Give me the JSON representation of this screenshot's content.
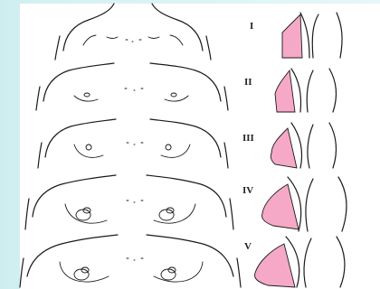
{
  "colors": {
    "background": "#d8f2f3",
    "panel": "#ffffff",
    "breast_profile_fill": "#f5a9c7",
    "ink": "#1a1a1a"
  },
  "stages": [
    {
      "label": "I"
    },
    {
      "label": "II"
    },
    {
      "label": "III"
    },
    {
      "label": "IV"
    },
    {
      "label": "V"
    }
  ]
}
